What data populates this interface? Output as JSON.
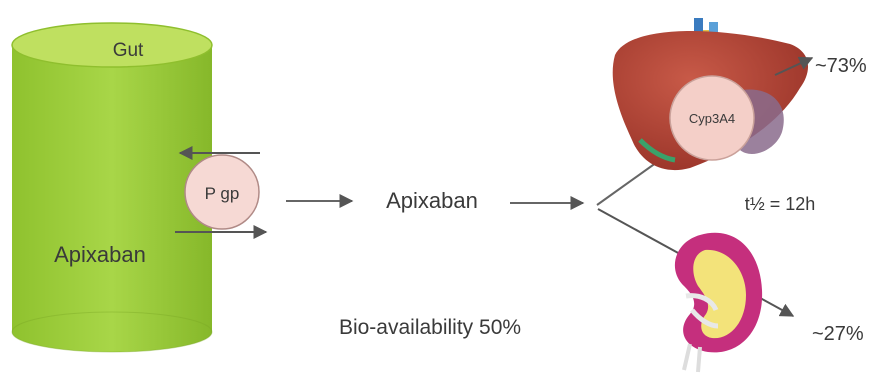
{
  "gut": {
    "title": "Gut",
    "drug": "Apixaban"
  },
  "transporter": {
    "label": "P gp"
  },
  "flow": {
    "drug": "Apixaban"
  },
  "liver": {
    "enzyme": "Cyp3A4",
    "fraction": "~73%"
  },
  "half_life": {
    "label": "t½ = 12h"
  },
  "kidney": {
    "fraction": "~27%"
  },
  "bioavailability": {
    "label": "Bio-availability 50%"
  },
  "colors": {
    "gut_fill": "#9ccc3a",
    "gut_top": "#b5dc55",
    "pgp_fill": "#f6d9d4",
    "liver_fill": "#b5473a",
    "kidney_fill": "#c2307d",
    "arrow": "#555555"
  }
}
